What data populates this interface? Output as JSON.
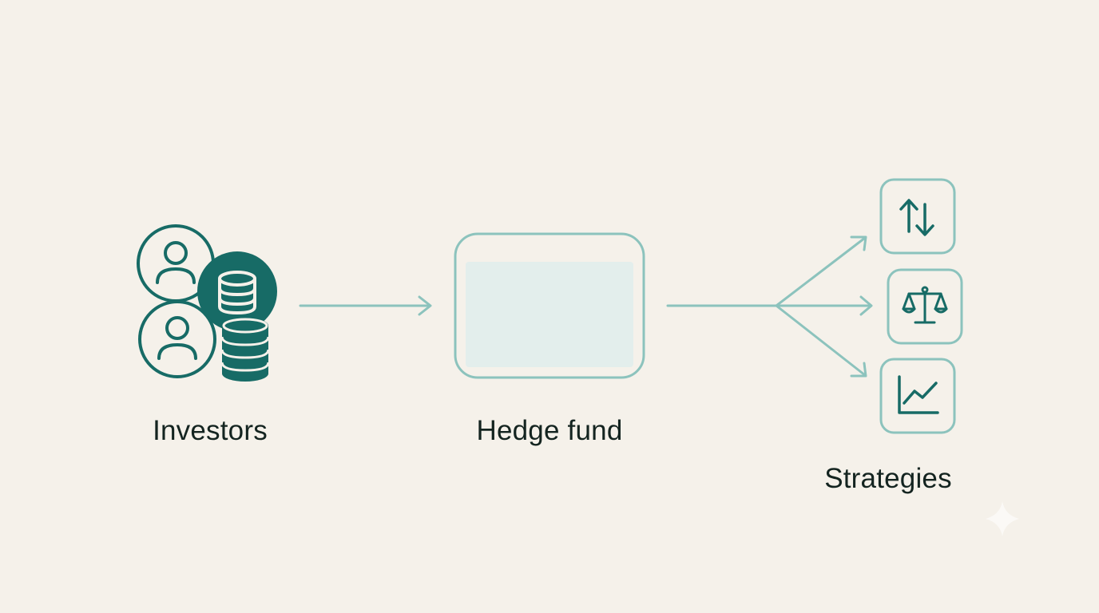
{
  "nodes": {
    "investors": {
      "label": "Investors",
      "icon": "investors-coins-icon"
    },
    "fund": {
      "label": "Hedge fund",
      "icon": "fund-box"
    },
    "strategies": {
      "label": "Strategies",
      "items": [
        {
          "icon": "up-down-arrows-icon"
        },
        {
          "icon": "balance-scale-icon"
        },
        {
          "icon": "line-chart-icon"
        }
      ]
    }
  },
  "edges": [
    {
      "from": "investors",
      "to": "fund"
    },
    {
      "from": "fund",
      "to": "strategies"
    }
  ],
  "colors": {
    "background": "#f5f1ea",
    "teal_dark": "#176b66",
    "teal_light": "#8cc3bd",
    "fund_fill": "#e3eeec",
    "text": "#142420"
  }
}
